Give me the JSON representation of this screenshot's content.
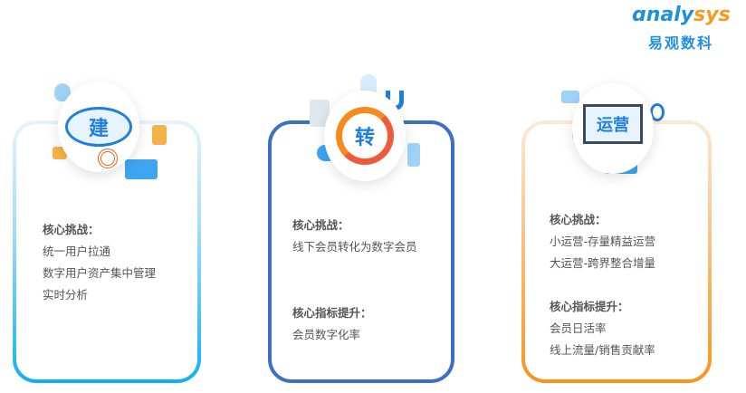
{
  "logo": {
    "en_prefix": "naly",
    "en_suffix": "sys",
    "cn": "易观数科"
  },
  "cards": [
    {
      "icon_label": "建",
      "sections": [
        {
          "heading": "核心挑战：",
          "items": [
            "统一用户拉通",
            "数字用户资产集中管理",
            "实时分析"
          ]
        }
      ]
    },
    {
      "icon_label": "转",
      "sections": [
        {
          "heading": "核心挑战：",
          "items": [
            "线下会员转化为数字会员"
          ]
        },
        {
          "heading": "核心指标提升：",
          "items": [
            "会员数字化率"
          ]
        }
      ]
    },
    {
      "icon_label": "运营",
      "sections": [
        {
          "heading": "核心挑战：",
          "items": [
            "小运营-存量精益运营",
            "大运营-跨界整合增量"
          ]
        },
        {
          "heading": "核心指标提升：",
          "items": [
            "会员日活率",
            "线上流量/销售贡献率"
          ]
        }
      ]
    }
  ]
}
